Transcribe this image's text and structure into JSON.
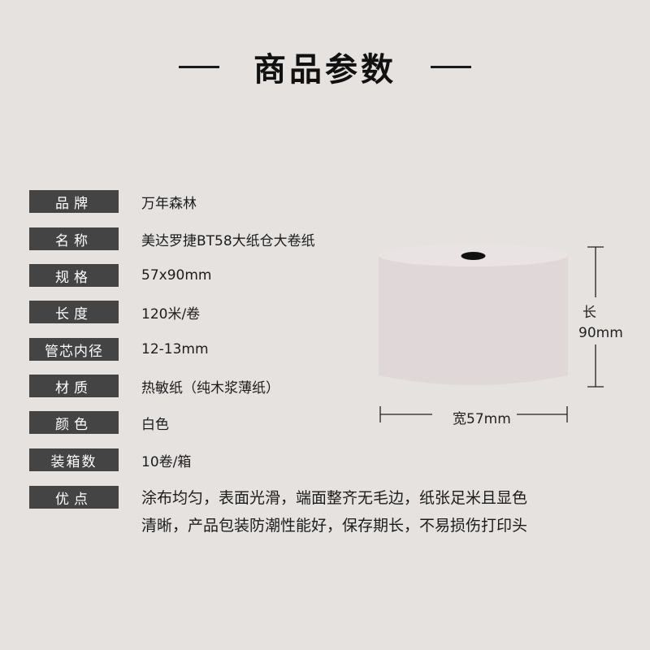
{
  "header": {
    "title": "商品参数"
  },
  "specs": [
    {
      "label": "品牌",
      "value": "万年森林"
    },
    {
      "label": "名称",
      "value": "美达罗捷BT58大纸仓大卷纸"
    },
    {
      "label": "规格",
      "value": "57x90mm"
    },
    {
      "label": "长度",
      "value": "120米/卷"
    },
    {
      "label": "管芯内径",
      "value": "12-13mm"
    },
    {
      "label": "材质",
      "value": "热敏纸（纯木浆薄纸）"
    },
    {
      "label": "颜色",
      "value": "白色"
    },
    {
      "label": "装箱数",
      "value": "10卷/箱"
    }
  ],
  "advantages": {
    "label": "优点",
    "line1": "涂布均匀，表面光滑，端面整齐无毛边，纸张足米且显色",
    "line2": "清晰，产品包装防潮性能好，保存期长，不易损伤打印头"
  },
  "dimensions": {
    "length_label": "长",
    "length_value": "90mm",
    "width_label": "宽57mm"
  }
}
